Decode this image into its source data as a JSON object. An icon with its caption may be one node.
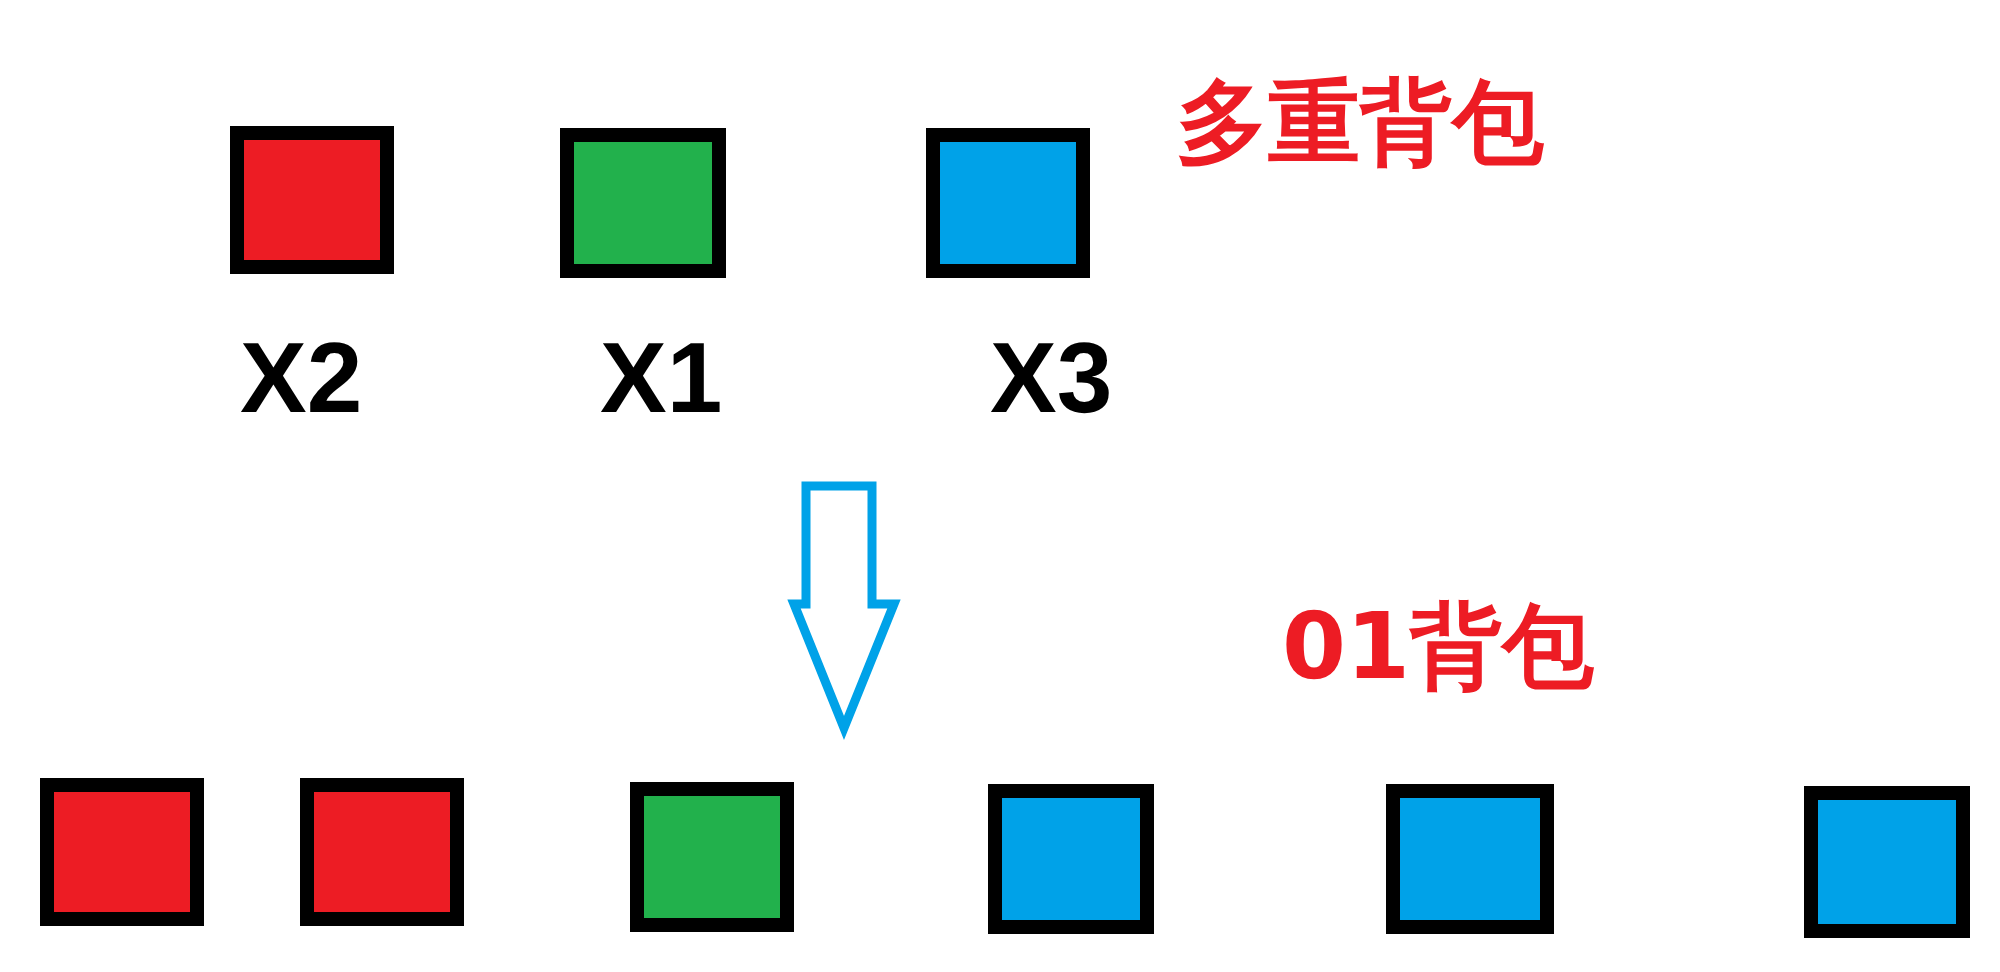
{
  "diagram": {
    "nodes": [
      {
        "text": [],
        "shape": "box",
        "beside": [
          "X2"
        ]
      },
      {
        "text": [],
        "shape": "box",
        "beside": [
          "X1"
        ]
      },
      {
        "text": [],
        "shape": "box",
        "beside": [
          "X3"
        ]
      },
      {
        "text": [],
        "shape": "box"
      },
      {
        "text": [],
        "shape": "box"
      },
      {
        "text": [],
        "shape": "box"
      },
      {
        "text": [],
        "shape": "box"
      },
      {
        "text": [],
        "shape": "box"
      },
      {
        "text": [],
        "shape": "box"
      }
    ],
    "labels": [
      "多重背包",
      "01背包"
    ]
  }
}
